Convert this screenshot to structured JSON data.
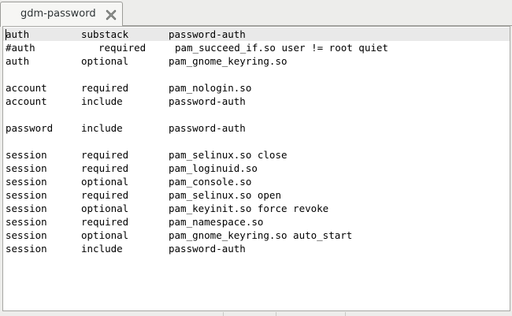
{
  "tab": {
    "title": "gdm-password",
    "close_icon": "close-icon"
  },
  "editor": {
    "lines": [
      {
        "type": "auth",
        "control": "substack",
        "module": "password-auth",
        "current": true
      },
      {
        "type": "#auth",
        "control": "required",
        "module": "pam_succeed_if.so user != root quiet",
        "shifted": true
      },
      {
        "type": "auth",
        "control": "optional",
        "module": "pam_gnome_keyring.so"
      },
      {
        "type": "",
        "control": "",
        "module": ""
      },
      {
        "type": "account",
        "control": "required",
        "module": "pam_nologin.so"
      },
      {
        "type": "account",
        "control": "include",
        "module": "password-auth"
      },
      {
        "type": "",
        "control": "",
        "module": ""
      },
      {
        "type": "password",
        "control": "include",
        "module": "password-auth"
      },
      {
        "type": "",
        "control": "",
        "module": ""
      },
      {
        "type": "session",
        "control": "required",
        "module": "pam_selinux.so close"
      },
      {
        "type": "session",
        "control": "required",
        "module": "pam_loginuid.so"
      },
      {
        "type": "session",
        "control": "optional",
        "module": "pam_console.so"
      },
      {
        "type": "session",
        "control": "required",
        "module": "pam_selinux.so open"
      },
      {
        "type": "session",
        "control": "optional",
        "module": "pam_keyinit.so force revoke"
      },
      {
        "type": "session",
        "control": "required",
        "module": "pam_namespace.so"
      },
      {
        "type": "session",
        "control": "optional",
        "module": "pam_gnome_keyring.so auto_start"
      },
      {
        "type": "session",
        "control": "include",
        "module": "password-auth"
      }
    ]
  }
}
